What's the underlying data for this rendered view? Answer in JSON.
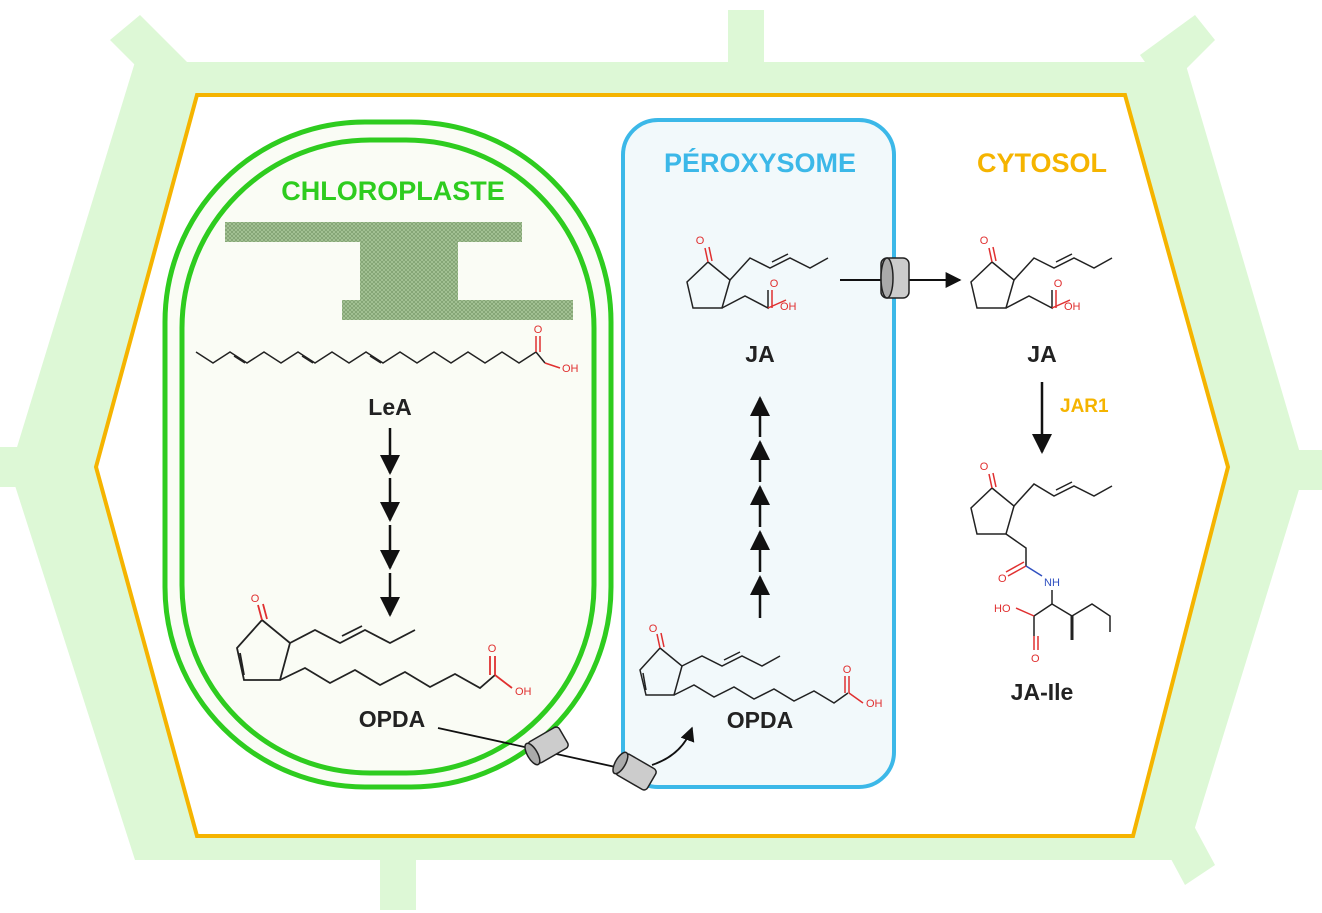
{
  "compartments": {
    "chloroplast": "CHLOROPLASTE",
    "peroxisome": "PÉROXYSOME",
    "cytosol": "CYTOSOL"
  },
  "molecules": {
    "lea": "LeA",
    "opda_chloro": "OPDA",
    "opda_perox": "OPDA",
    "ja_perox": "JA",
    "ja_cyto": "JA",
    "ja_ile": "JA-Ile"
  },
  "enzymes": {
    "jar1": "JAR1"
  },
  "atoms": {
    "o": "O",
    "oh": "OH",
    "ho": "HO",
    "nh": "NH"
  },
  "colors": {
    "cell_wall": "#ddf8d6",
    "plasma_membrane": "#f5b400",
    "chloroplast": "#2ecc1f",
    "peroxisome": "#3cb8e8",
    "peroxisome_fill": "#f2f9fb",
    "oxygen": "#e03030",
    "nitrogen": "#3050c0"
  }
}
